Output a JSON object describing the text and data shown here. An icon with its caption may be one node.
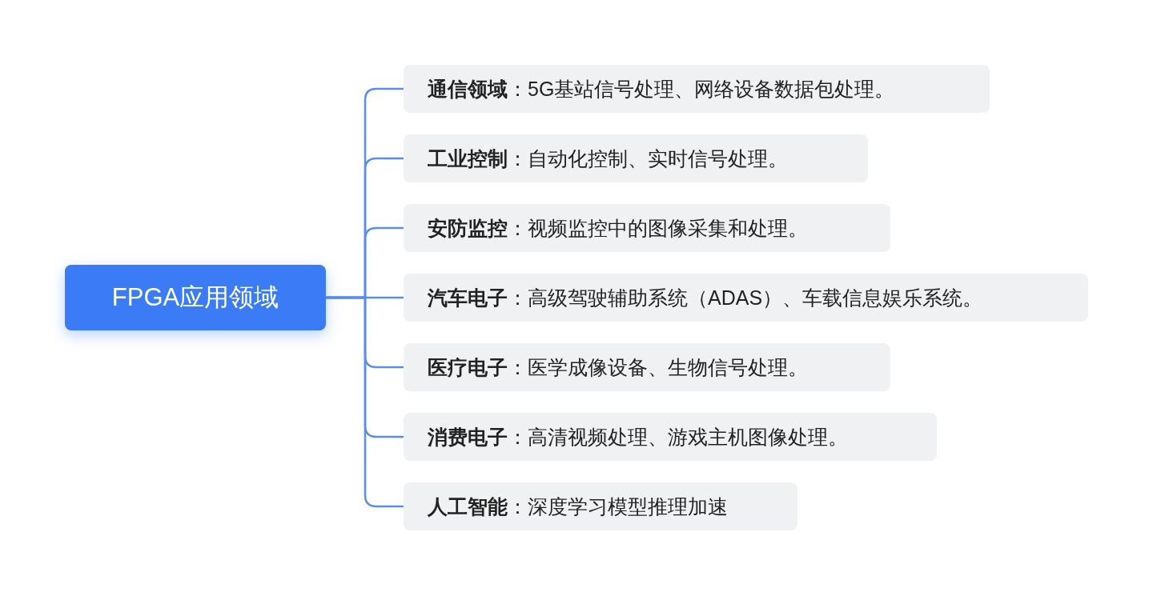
{
  "diagram": {
    "nodes": [
      {
        "text": [
          "FPGA应用领域"
        ]
      },
      {
        "text": [
          "**通信领域**：5G基站信号处理、网络设备数据包处理。"
        ]
      },
      {
        "text": [
          "**工业控制**：自动化控制、实时信号处理。"
        ]
      },
      {
        "text": [
          "**安防监控**：视频监控中的图像采集和处理。"
        ]
      },
      {
        "text": [
          "**汽车电子**：高级驾驶辅助系统（ADAS）、车载信息娱乐系统。"
        ]
      },
      {
        "text": [
          "**医疗电子**：医学成像设备、生物信号处理。"
        ]
      },
      {
        "text": [
          "**消费电子**：高清视频处理、游戏主机图像处理。"
        ]
      },
      {
        "text": [
          "**人工智能**：深度学习模型推理加速"
        ]
      }
    ],
    "edges": [
      {
        "from": 0,
        "to": 1,
        "arrow": "none"
      },
      {
        "from": 0,
        "to": 2,
        "arrow": "none"
      },
      {
        "from": 0,
        "to": 3,
        "arrow": "none"
      },
      {
        "from": 0,
        "to": 4,
        "arrow": "none"
      },
      {
        "from": 0,
        "to": 5,
        "arrow": "none"
      },
      {
        "from": 0,
        "to": 6,
        "arrow": "none"
      },
      {
        "from": 0,
        "to": 7,
        "arrow": "none"
      }
    ]
  }
}
